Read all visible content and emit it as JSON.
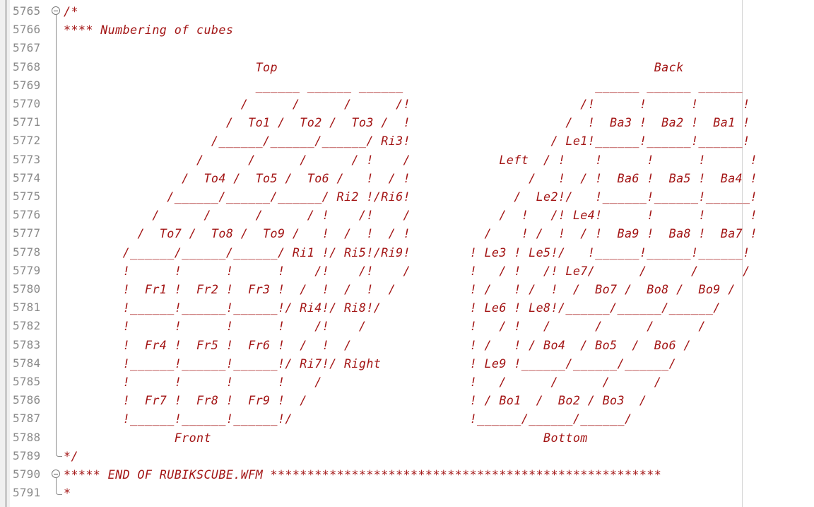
{
  "editor": {
    "lines": [
      {
        "num": "5765",
        "text": "/*"
      },
      {
        "num": "5766",
        "text": "**** Numbering of cubes"
      },
      {
        "num": "5767",
        "text": ""
      },
      {
        "num": "5768",
        "text": "                          Top                                                   Back"
      },
      {
        "num": "5769",
        "text": "                          ______ ______ ______                          ______ ______ ______"
      },
      {
        "num": "5770",
        "text": "                        /      /      /      /!                       /!      !      !      !"
      },
      {
        "num": "5771",
        "text": "                      /  To1 /  To2 /  To3 /  !                     /  !  Ba3 !  Ba2 !  Ba1 !"
      },
      {
        "num": "5772",
        "text": "                    /______/______/______/ Ri3!                   / Le1!______!______!______!"
      },
      {
        "num": "5773",
        "text": "                  /      /      /      / !    /            Left  / !    !      !      !      !"
      },
      {
        "num": "5774",
        "text": "                /  To4 /  To5 /  To6 /   !  / !                /   !  / !  Ba6 !  Ba5 !  Ba4 !"
      },
      {
        "num": "5775",
        "text": "              /______/______/______/ Ri2 !/Ri6!              /  Le2!/   !______!______!______!"
      },
      {
        "num": "5776",
        "text": "            /      /      /      / !    /!    /            /  !   /! Le4!      !      !      !"
      },
      {
        "num": "5777",
        "text": "          /  To7 /  To8 /  To9 /   !  /  !  / !          /    ! /  !  / !  Ba9 !  Ba8 !  Ba7 !"
      },
      {
        "num": "5778",
        "text": "        /______/______/______/ Ri1 !/ Ri5!/Ri9!        ! Le3 ! Le5!/   !______!______!______!"
      },
      {
        "num": "5779",
        "text": "        !      !      !      !    /!    /!    /        !   / !   /! Le7/      /      /      /"
      },
      {
        "num": "5780",
        "text": "        !  Fr1 !  Fr2 !  Fr3 !  /  !  /  !  /          ! /   ! /  !  /  Bo7 /  Bo8 /  Bo9 /"
      },
      {
        "num": "5781",
        "text": "        !______!______!______!/ Ri4!/ Ri8!/            ! Le6 ! Le8!/______/______/______/"
      },
      {
        "num": "5782",
        "text": "        !      !      !      !    /!    /              !   / !   /      /      /      /"
      },
      {
        "num": "5783",
        "text": "        !  Fr4 !  Fr5 !  Fr6 !  /  !  /                ! /   ! / Bo4  / Bo5  /  Bo6 /"
      },
      {
        "num": "5784",
        "text": "        !______!______!______!/ Ri7!/ Right            ! Le9 !______/______/______/"
      },
      {
        "num": "5785",
        "text": "        !      !      !      !    /                    !   /      /      /      /"
      },
      {
        "num": "5786",
        "text": "        !  Fr7 !  Fr8 !  Fr9 !  /                      ! / Bo1  /  Bo2 / Bo3  /"
      },
      {
        "num": "5787",
        "text": "        !______!______!______!/                        !______/______/______/"
      },
      {
        "num": "5788",
        "text": "               Front                                             Bottom"
      },
      {
        "num": "5789",
        "text": "*/"
      },
      {
        "num": "5790",
        "text": "***** END OF RUBIKSCUBE.WFM *****************************************************"
      },
      {
        "num": "5791",
        "text": "*"
      }
    ]
  },
  "colors": {
    "comment_text": "#a31515",
    "line_number": "#8a8a8a",
    "background": "#ffffff"
  }
}
